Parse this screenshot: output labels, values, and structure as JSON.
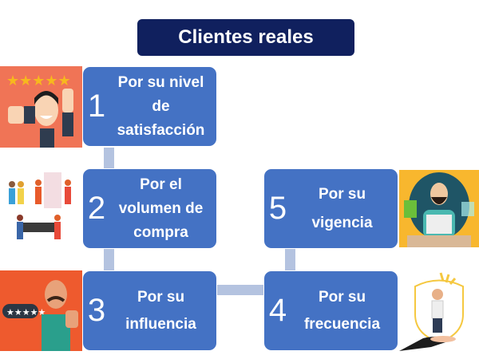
{
  "title": "Clientes reales",
  "boxes": [
    {
      "number": "1",
      "lines": [
        "Por su nivel",
        "de satisfacción"
      ]
    },
    {
      "number": "2",
      "lines": [
        "Por el",
        "volumen de",
        "compra"
      ]
    },
    {
      "number": "3",
      "lines": [
        "Por su",
        "influencia"
      ]
    },
    {
      "number": "4",
      "lines": [
        "Por su",
        "frecuencia"
      ]
    },
    {
      "number": "5",
      "lines": [
        "Por su",
        "vigencia"
      ]
    }
  ],
  "colors": {
    "title_bg": "#10205e",
    "box": "#4472c4",
    "connector": "#b4c3e0"
  }
}
